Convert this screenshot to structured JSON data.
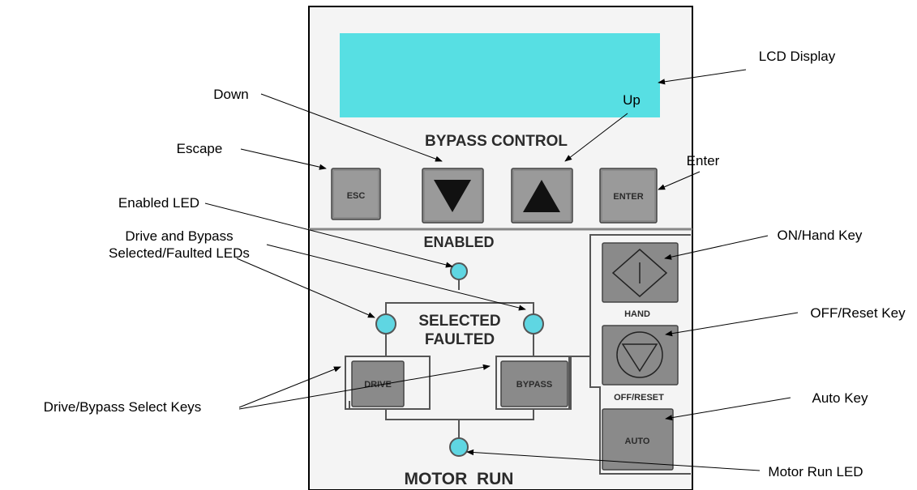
{
  "panel": {
    "title": "BYPASS CONTROL",
    "esc_key": "ESC",
    "enter_key": "ENTER",
    "enabled_label": "ENABLED",
    "selected_label": "SELECTED",
    "faulted_label": "FAULTED",
    "drive_key": "DRIVE",
    "bypass_key": "BYPASS",
    "hand_label": "HAND",
    "off_reset_label": "OFF/RESET",
    "auto_key": "AUTO",
    "motor_run_label": "MOTOR  RUN",
    "lcd_color": "#57dfe3"
  },
  "callouts": {
    "lcd_display": "LCD Display",
    "up": "Up",
    "down": "Down",
    "escape": "Escape",
    "enter": "Enter",
    "enabled_led": "Enabled LED",
    "drive_bypass_leds_line1": "Drive and Bypass",
    "drive_bypass_leds_line2": "Selected/Faulted LEDs",
    "on_hand_key": "ON/Hand Key",
    "off_reset_key": "OFF/Reset Key",
    "auto_key": "Auto Key",
    "select_keys": "Drive/Bypass Select Keys",
    "motor_run_led": "Motor Run LED"
  }
}
